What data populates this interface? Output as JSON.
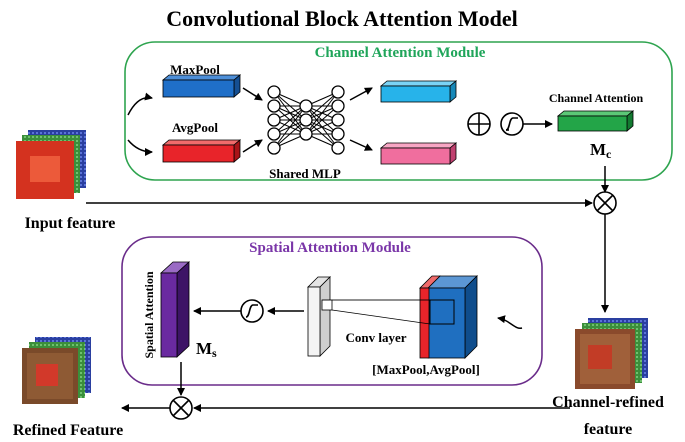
{
  "title": "Convolutional Block Attention Model",
  "channel_module": {
    "title": "Channel Attention Module",
    "maxpool_label": "MaxPool",
    "avgpool_label": "AvgPool",
    "mlp_label": "Shared MLP",
    "output_label": "Channel Attention",
    "mc_main": "M",
    "mc_sub": "c"
  },
  "spatial_module": {
    "title": "Spatial Attention Module",
    "output_label": "Spatial Attention",
    "ms_main": "M",
    "ms_sub": "s",
    "conv_label": "Conv layer",
    "pool_label": "[MaxPool,AvgPool]"
  },
  "labels": {
    "input": "Input feature",
    "refined": "Refined Feature",
    "channel_refined_1": "Channel-refined",
    "channel_refined_2": "feature"
  },
  "colors": {
    "channel_border": "#2ea44f",
    "channel_title": "#1fa55a",
    "spatial_border": "#6a2c8a",
    "spatial_title": "#7a36a8",
    "maxpool": "#1f6fc8",
    "avgpool": "#e8242a",
    "max_out": "#27b3ea",
    "avg_out": "#f06e9e",
    "mc": "#23a548",
    "ms": "#6a2aa0"
  }
}
